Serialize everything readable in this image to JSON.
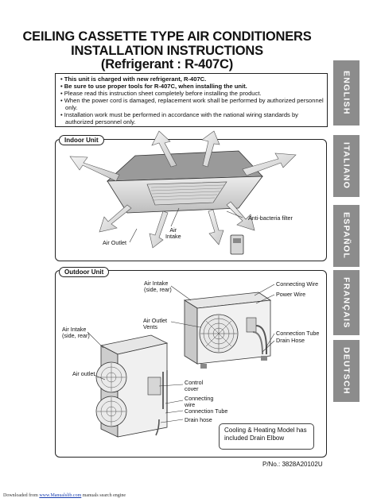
{
  "header": {
    "title_line1": "CEILING CASSETTE TYPE AIR CONDITIONERS",
    "title_line2": "INSTALLATION INSTRUCTIONS",
    "title_line3": "(Refrigerant : R-407C)"
  },
  "notice": {
    "items": [
      "• This unit is charged with new refrigerant, R-407C.",
      "• Be sure to use proper tools for R-407C, when installing the unit.",
      "• Please read this instruction sheet completely before installing the product.",
      "• When the power cord is damaged, replacement work shall be performed by authorized personnel only.",
      "• Installation work must be performed in accordance with the national wiring standards by authorized personnel only."
    ]
  },
  "indoor": {
    "label": "Indoor Unit",
    "callouts": {
      "anti_bacteria": "Anti-bacteria filter",
      "air_intake": "Air\nIntake",
      "air_outlet": "Air Outlet"
    }
  },
  "outdoor": {
    "label": "Outdoor Unit",
    "callouts": {
      "air_intake_top": "Air Intake\n(side, rear)",
      "connecting_wire": "Connecting Wire",
      "power_wire": "Power Wire",
      "air_outlet_vents": "Air Outlet\nVents",
      "air_intake_left": "Air Intake\n(side, rear)",
      "connection_tube_r": "Connection Tube",
      "drain_hose_r": "Drain Hose",
      "air_outlet": "Air outlet",
      "control_cover": "Control\ncover",
      "connecting_wire_b": "Connecting\nwire",
      "connection_tube_b": "Connection Tube",
      "drain_hose_b": "Drain hose"
    },
    "note": "Cooling & Heating Model has included Drain Elbow"
  },
  "part_number": "P/No.: 3828A20102U",
  "language_tabs": [
    "ENGLISH",
    "ITALIANO",
    "ESPAÑOL",
    "FRANÇAIS",
    "DEUTSCH"
  ],
  "footer": {
    "prefix": "Downloaded from",
    "link": "www.Manualslib.com",
    "suffix": "manuals search engine"
  }
}
